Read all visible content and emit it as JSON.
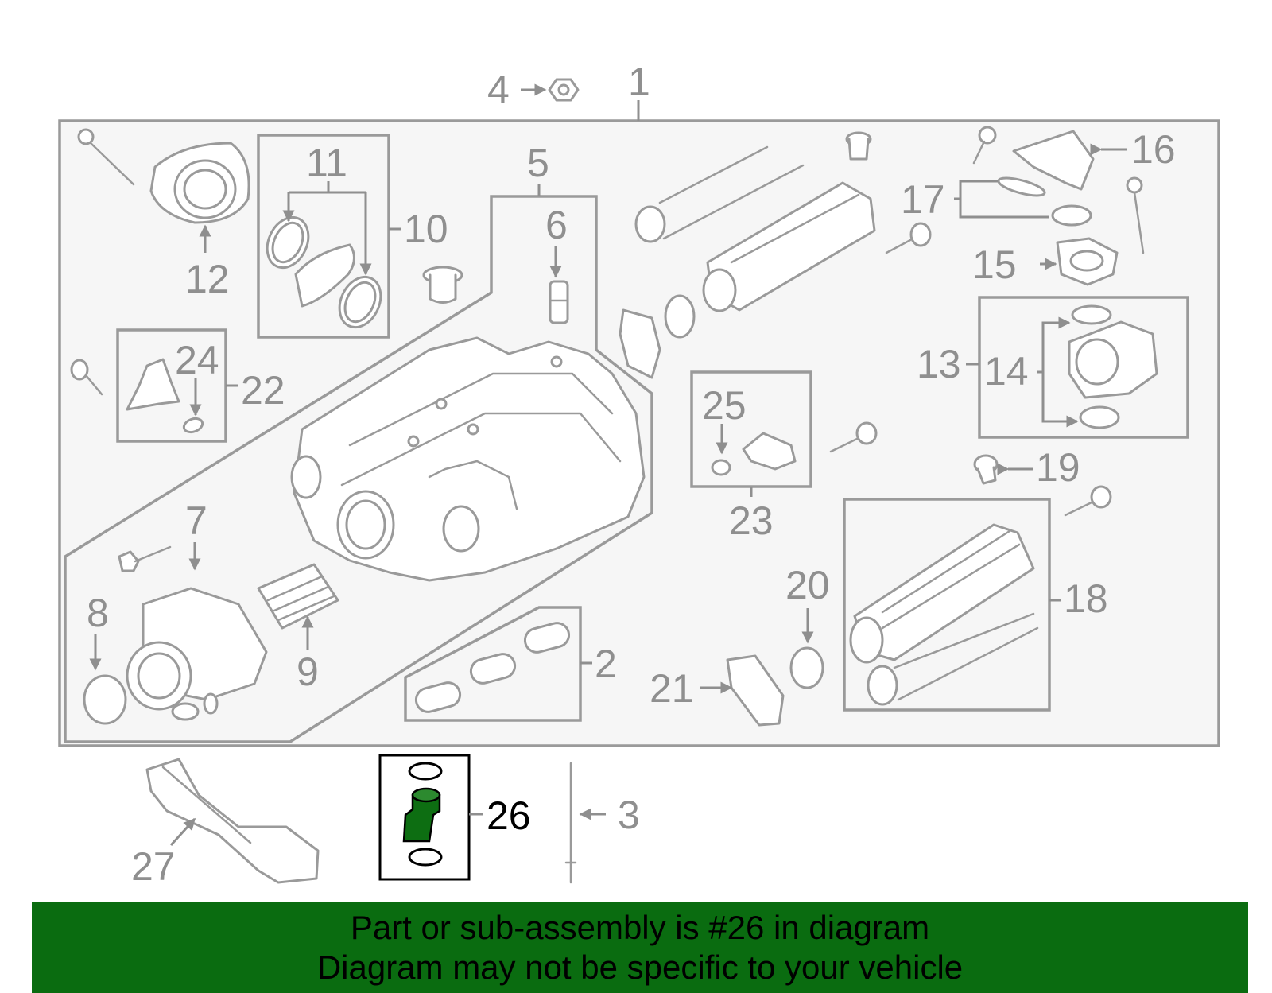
{
  "colors": {
    "banner_background": "#0a6c10",
    "banner_text": "#000000",
    "highlight_part": "#0d6e12",
    "line_art": "#9a9a9a",
    "assembly_background": "#f6f6f6"
  },
  "highlighted_callout": "26",
  "callouts": {
    "c1": "1",
    "c2": "2",
    "c3": "3",
    "c4": "4",
    "c5": "5",
    "c6": "6",
    "c7": "7",
    "c8": "8",
    "c9": "9",
    "c10": "10",
    "c11": "11",
    "c12": "12",
    "c13": "13",
    "c14": "14",
    "c15": "15",
    "c16": "16",
    "c17": "17",
    "c18": "18",
    "c19": "19",
    "c20": "20",
    "c21": "21",
    "c22": "22",
    "c23": "23",
    "c24": "24",
    "c25": "25",
    "c26": "26",
    "c27": "27"
  },
  "banner": {
    "line1": "Part or sub-assembly is #26 in diagram",
    "line2": "Diagram may not be specific to your vehicle"
  }
}
